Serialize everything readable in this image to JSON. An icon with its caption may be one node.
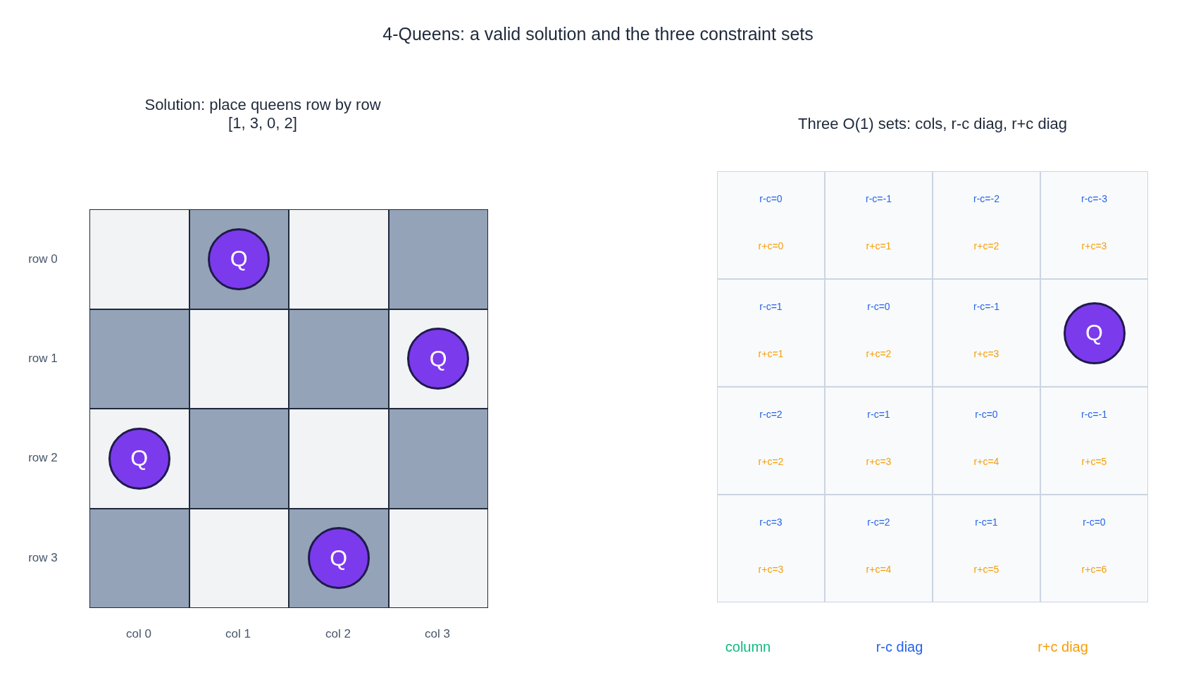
{
  "diagram": {
    "title": "4-Queens: a valid solution and the three constraint sets",
    "nodes": [
      {
        "text": [],
        "shape": "box"
      },
      {
        "text": [],
        "shape": "box"
      },
      {
        "text": [],
        "shape": "box"
      },
      {
        "text": [],
        "shape": "box"
      },
      {
        "text": [],
        "shape": "box"
      },
      {
        "text": [],
        "shape": "box"
      },
      {
        "text": [],
        "shape": "box"
      },
      {
        "text": [],
        "shape": "box"
      },
      {
        "text": [],
        "shape": "box"
      },
      {
        "text": [],
        "shape": "box"
      },
      {
        "text": [],
        "shape": "box"
      },
      {
        "text": [],
        "shape": "box"
      },
      {
        "text": [],
        "shape": "box"
      },
      {
        "text": [],
        "shape": "box"
      },
      {
        "text": [],
        "shape": "box"
      },
      {
        "text": [],
        "shape": "box"
      },
      {
        "text": [
          "Q"
        ],
        "in": 1
      },
      {
        "text": [
          "Q"
        ],
        "in": 7
      },
      {
        "text": [
          "Q"
        ],
        "in": 8
      },
      {
        "text": [
          "Q"
        ],
        "in": 14
      },
      {
        "text": [
          "r-c=0",
          "r+c=0"
        ]
      },
      {
        "text": [
          "r-c=-1",
          "r+c=1"
        ]
      },
      {
        "text": [
          "r-c=-2",
          "r+c=2"
        ]
      },
      {
        "text": [
          "r-c=-3",
          "r+c=3"
        ]
      },
      {
        "text": [
          "r-c=1",
          "r+c=1"
        ]
      },
      {
        "text": [
          "r-c=0",
          "r+c=2"
        ]
      },
      {
        "text": [
          "r-c=-1",
          "r+c=3"
        ]
      },
      {
        "text": [],
        "shape": "box"
      },
      {
        "text": [
          "r-c=2",
          "r+c=2"
        ]
      },
      {
        "text": [
          "r-c=1",
          "r+c=3"
        ]
      },
      {
        "text": [
          "r-c=0",
          "r+c=4"
        ]
      },
      {
        "text": [
          "r-c=-1",
          "r+c=5"
        ]
      },
      {
        "text": [
          "r-c=3",
          "r+c=3"
        ]
      },
      {
        "text": [
          "r-c=2",
          "r+c=4"
        ]
      },
      {
        "text": [
          "r-c=1",
          "r+c=5"
        ]
      },
      {
        "text": [
          "r-c=0",
          "r+c=6"
        ]
      },
      {
        "text": [
          "Q"
        ],
        "in": 27
      }
    ],
    "labels": [
      "Solution: place queens row by row",
      "[1, 3, 0, 2]",
      "Three O(1) sets: cols, r-c diag, r+c diag",
      "row 0",
      "row 1",
      "row 2",
      "row 3",
      "col 0",
      "col 1",
      "col 2",
      "col 3"
    ],
    "legend": [
      {
        "text": "column",
        "color": "#10b981"
      },
      {
        "text": "r-c diag",
        "color": "#2563eb"
      },
      {
        "text": "r+c diag",
        "color": "#f59e0b"
      }
    ]
  }
}
